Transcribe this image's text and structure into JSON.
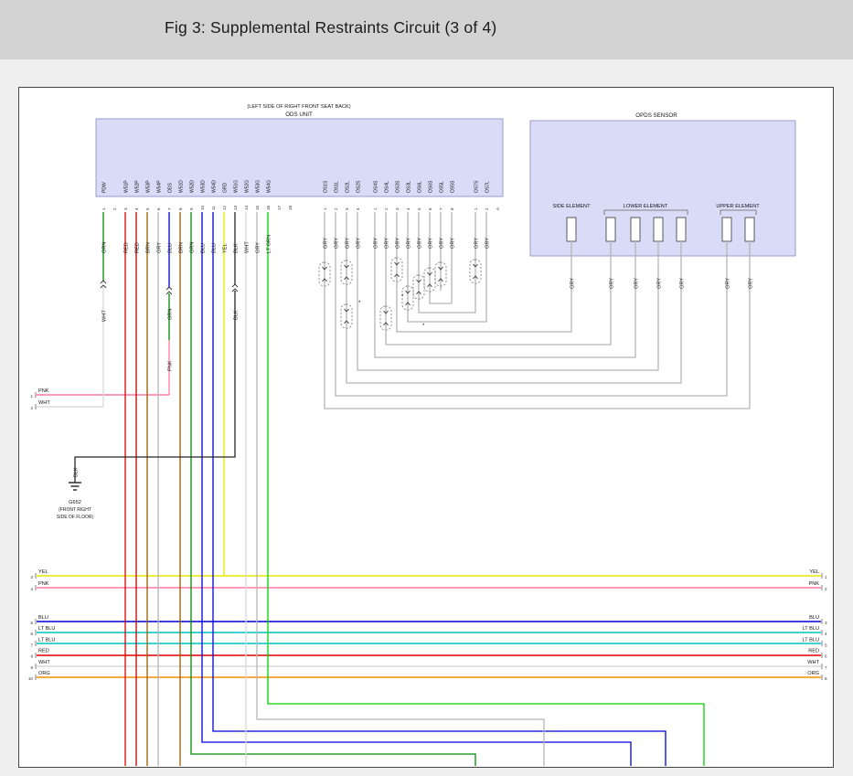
{
  "header": {
    "title": "Fig 3: Supplemental Restraints Circuit (3 of 4)"
  },
  "ods_unit": {
    "location_note": "(LEFT SIDE OF RIGHT FRONT SEAT BACK)",
    "name": "ODS UNIT",
    "left_pin_numbers": [
      "1",
      "2",
      "3",
      "4",
      "5",
      "6",
      "7",
      "8",
      "9",
      "10",
      "11",
      "12",
      "13",
      "14",
      "15",
      "16",
      "17",
      "18"
    ],
    "left_pin_labels": [
      "PDW",
      "",
      "W51P",
      "W52P",
      "W53P",
      "W54P",
      "ODS",
      "W51D",
      "W52D",
      "W53D",
      "W54D",
      "GRD",
      "W51G",
      "W52G",
      "W53G",
      "W54G",
      "",
      ""
    ],
    "left_wire_colors": [
      "GRN",
      "",
      "RED",
      "RED",
      "BRN",
      "GRY",
      "BLU",
      "BRN",
      "GRN",
      "BLU",
      "BLU",
      "YEL",
      "BLK",
      "WHT",
      "GRY",
      "LT GRN",
      "",
      ""
    ],
    "right_group1": {
      "numbers": [
        "1",
        "2",
        "3",
        "4"
      ],
      "labels": [
        "OS1S",
        "OS1L",
        "OS2L",
        "OS2S"
      ],
      "wire_colors": [
        "GRY",
        "GRY",
        "GRY",
        "GRY"
      ]
    },
    "right_group2": {
      "numbers": [
        "1",
        "2",
        "3",
        "4",
        "5",
        "6",
        "7",
        "8"
      ],
      "labels": [
        "OS4S",
        "OS4L",
        "OS3S",
        "OS3L",
        "OS6L",
        "OS6S",
        "OS5L",
        "OS5S"
      ],
      "wire_colors": [
        "GRY",
        "GRY",
        "GRY",
        "GRY",
        "GRY",
        "GRY",
        "GRY",
        "GRY"
      ]
    },
    "right_group3": {
      "numbers": [
        "1",
        "2"
      ],
      "labels": [
        "OS7S",
        "OS7L"
      ],
      "wire_colors": [
        "GRY",
        "GRY"
      ]
    },
    "truncated_label": "A"
  },
  "opds_sensor": {
    "name": "OPDS SENSOR",
    "side_element": "SIDE ELEMENT",
    "lower_element": "LOWER ELEMENT",
    "upper_element": "UPPER ELEMENT",
    "wire_colors": [
      "GRY",
      "GRY",
      "GRY",
      "GRY",
      "GRY",
      "GRY",
      "GRY"
    ]
  },
  "mid_labels": {
    "wht": "WHT",
    "grn": "GRN",
    "pnk": "PNK",
    "blk_upper": "BLK",
    "blk_lower": "BLK"
  },
  "ground": {
    "id": "G652",
    "loc1": "(FRONT RIGHT",
    "loc2": "SIDE OF FLOOR)"
  },
  "left_connector_a": {
    "numbers": [
      "1",
      "2"
    ],
    "labels": [
      "PNK",
      "WHT"
    ]
  },
  "left_connector_b": {
    "numbers": [
      "3",
      "4"
    ],
    "labels": [
      "YEL",
      "PNK"
    ]
  },
  "left_connector_c": {
    "numbers": [
      "5",
      "6",
      "7",
      "8",
      "9",
      "10"
    ],
    "labels": [
      "BLU",
      "LT BLU",
      "LT BLU",
      "RED",
      "WHT",
      "ORG"
    ]
  },
  "right_connector_a": {
    "numbers": [
      "1",
      "2"
    ],
    "labels": [
      "YEL",
      "PNK"
    ]
  },
  "right_connector_b": {
    "numbers": [
      "3",
      "4",
      "5",
      "6",
      "7",
      "8"
    ],
    "labels": [
      "BLU",
      "LT BLU",
      "LT BLU",
      "RED",
      "WHT",
      "ORG"
    ]
  },
  "misc": {
    "footnote_mark": "*"
  },
  "colors": {
    "GRN": "#008c00",
    "LT_GRN": "#00d400",
    "RED": "#e00000",
    "RED_DK": "#c40000",
    "BRN": "#9b5a00",
    "GRY": "#b5b5b5",
    "BLU": "#0000dc",
    "LT_BLU": "#00c3c3",
    "YEL": "#e8e800",
    "BLK": "#262626",
    "WHT": "#d8d8d8",
    "PNK": "#ff7aa2",
    "ORG": "#ef8e00",
    "block_fill": "#d9dbf7"
  }
}
